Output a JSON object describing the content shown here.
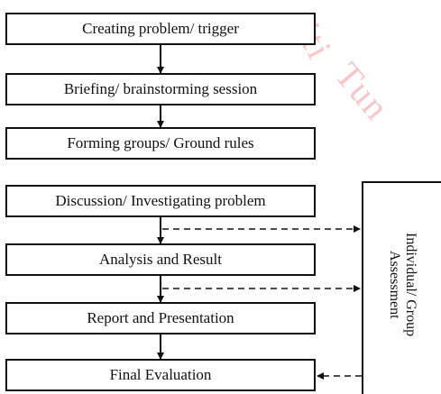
{
  "steps": [
    "Creating problem/ trigger",
    "Briefing/ brainstorming session",
    "Forming groups/ Ground rules",
    "Discussion/ Investigating problem",
    "Analysis and Result",
    "Report and Presentation",
    "Final Evaluation"
  ],
  "assessment": {
    "line1": "Individual/ Group",
    "line2": "Assessment"
  },
  "watermark": {
    "text1": "siti",
    "text2": "Tun"
  }
}
